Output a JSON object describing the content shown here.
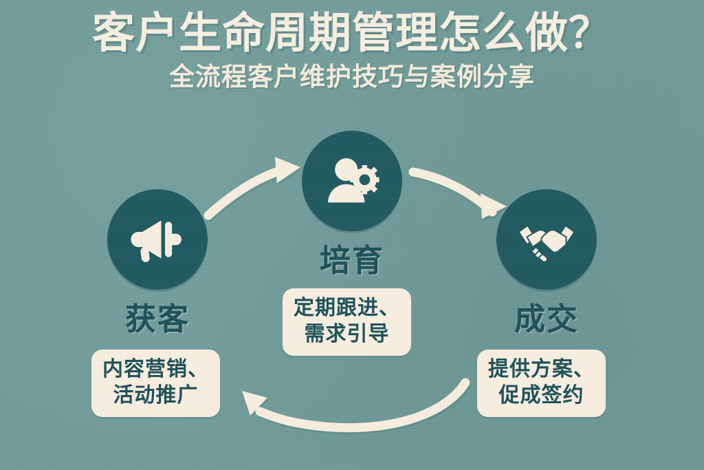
{
  "header": {
    "title": "客户生命周期管理怎么做？",
    "subtitle": "全流程客户维护技巧与案例分享"
  },
  "colors": {
    "background": "#709b99",
    "circle_fill": "#225a61",
    "cream": "#f6eddf",
    "dark_teal_text": "#1f5159",
    "arrow": "#f5ecdd"
  },
  "diagram": {
    "type": "cycle",
    "nodes": [
      {
        "id": "acquire",
        "label": "获客",
        "icon": "megaphone-icon",
        "caption_lines": [
          "内容营销、",
          "活动推广"
        ]
      },
      {
        "id": "nurture",
        "label": "培育",
        "icon": "user-gear-icon",
        "caption_lines": [
          "定期跟进、",
          "需求引导"
        ]
      },
      {
        "id": "close",
        "label": "成交",
        "icon": "handshake-icon",
        "caption_lines": [
          "提供方案、",
          "促成签约"
        ]
      }
    ],
    "arrows": [
      {
        "id": "acquire-to-nurture",
        "from": "acquire",
        "to": "nurture",
        "direction": "up-right"
      },
      {
        "id": "nurture-to-close",
        "from": "nurture",
        "to": "close",
        "direction": "down-right"
      },
      {
        "id": "close-to-acquire",
        "from": "close",
        "to": "acquire",
        "direction": "left"
      }
    ]
  }
}
